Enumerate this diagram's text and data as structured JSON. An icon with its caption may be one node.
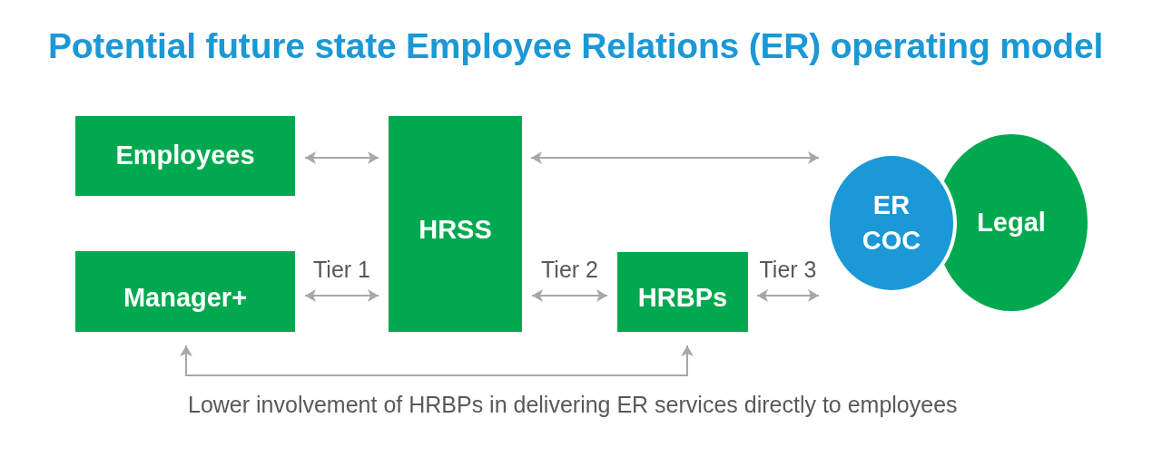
{
  "diagram": {
    "title": "Potential future state Employee Relations (ER) operating model",
    "nodes": [
      {
        "text": [
          "Employees"
        ]
      },
      {
        "text": [
          "Manager+"
        ]
      },
      {
        "text": [
          "HRSS"
        ]
      },
      {
        "text": [
          "HRBPs"
        ]
      },
      {
        "text": [
          "ER COC"
        ]
      },
      {
        "text": [
          "Legal"
        ]
      }
    ],
    "edges": [
      {
        "from": 0,
        "to": 2,
        "arrow": "both"
      },
      {
        "from": 1,
        "to": 2,
        "arrow": "both",
        "label": "Tier 1"
      },
      {
        "from": 2,
        "to": 4,
        "arrow": "both"
      },
      {
        "from": 2,
        "to": 3,
        "arrow": "both",
        "label": "Tier 2"
      },
      {
        "from": 3,
        "to": 4,
        "arrow": "both",
        "label": "Tier 3"
      },
      {
        "from": 1,
        "to": 3,
        "arrow": "both"
      }
    ],
    "labels": [
      "Lower involvement of HRBPs in delivering ER services directly to employees"
    ]
  }
}
